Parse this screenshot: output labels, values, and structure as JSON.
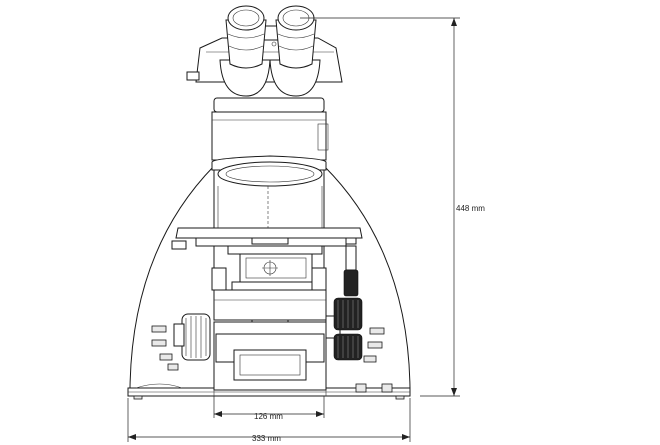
{
  "dimensions": {
    "height_label": "448 mm",
    "stage_width_label": "126 mm",
    "base_width_label": "333 mm"
  }
}
